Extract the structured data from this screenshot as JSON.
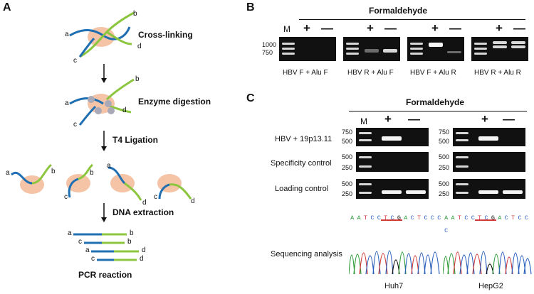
{
  "panelA": {
    "letter": "A",
    "steps": [
      "Cross-linking",
      "Enzyme digestion",
      "T4  Ligation",
      "DNA extraction",
      "PCR reaction"
    ],
    "ends": {
      "a": "a",
      "b": "b",
      "c": "c",
      "d": "d"
    },
    "colors": {
      "blue": "#1f6fb2",
      "green": "#8cc63f",
      "protein": "#f5c3a5",
      "enzyme": "#a9a9b8"
    }
  },
  "panelB": {
    "letter": "B",
    "header": "Formaldehyde",
    "marker_label": "M",
    "mw": [
      "1000",
      "750"
    ],
    "plus": "+",
    "minus": "—",
    "gels": [
      {
        "caption": "HBV F + Alu F"
      },
      {
        "caption": "HBV R + Alu F"
      },
      {
        "caption": "HBV F + Alu R"
      },
      {
        "caption": "HBV R + Alu R"
      }
    ]
  },
  "panelC": {
    "letter": "C",
    "header": "Formaldehyde",
    "marker_label": "M",
    "plus": "+",
    "minus": "—",
    "rows": [
      {
        "label": "HBV + 19p13.11",
        "mw": [
          "750",
          "500"
        ]
      },
      {
        "label": "Specificity control",
        "mw": [
          "500",
          "250"
        ]
      },
      {
        "label": "Loading control",
        "mw": [
          "500",
          "250"
        ]
      }
    ],
    "sequence_label": "Sequencing analysis",
    "sequence": [
      "A",
      "A",
      "T",
      "C",
      "C",
      "T",
      "C",
      "G",
      "A",
      "C",
      "T",
      "C",
      "C",
      "C"
    ],
    "cell_lines": [
      "Huh7",
      "HepG2"
    ]
  }
}
